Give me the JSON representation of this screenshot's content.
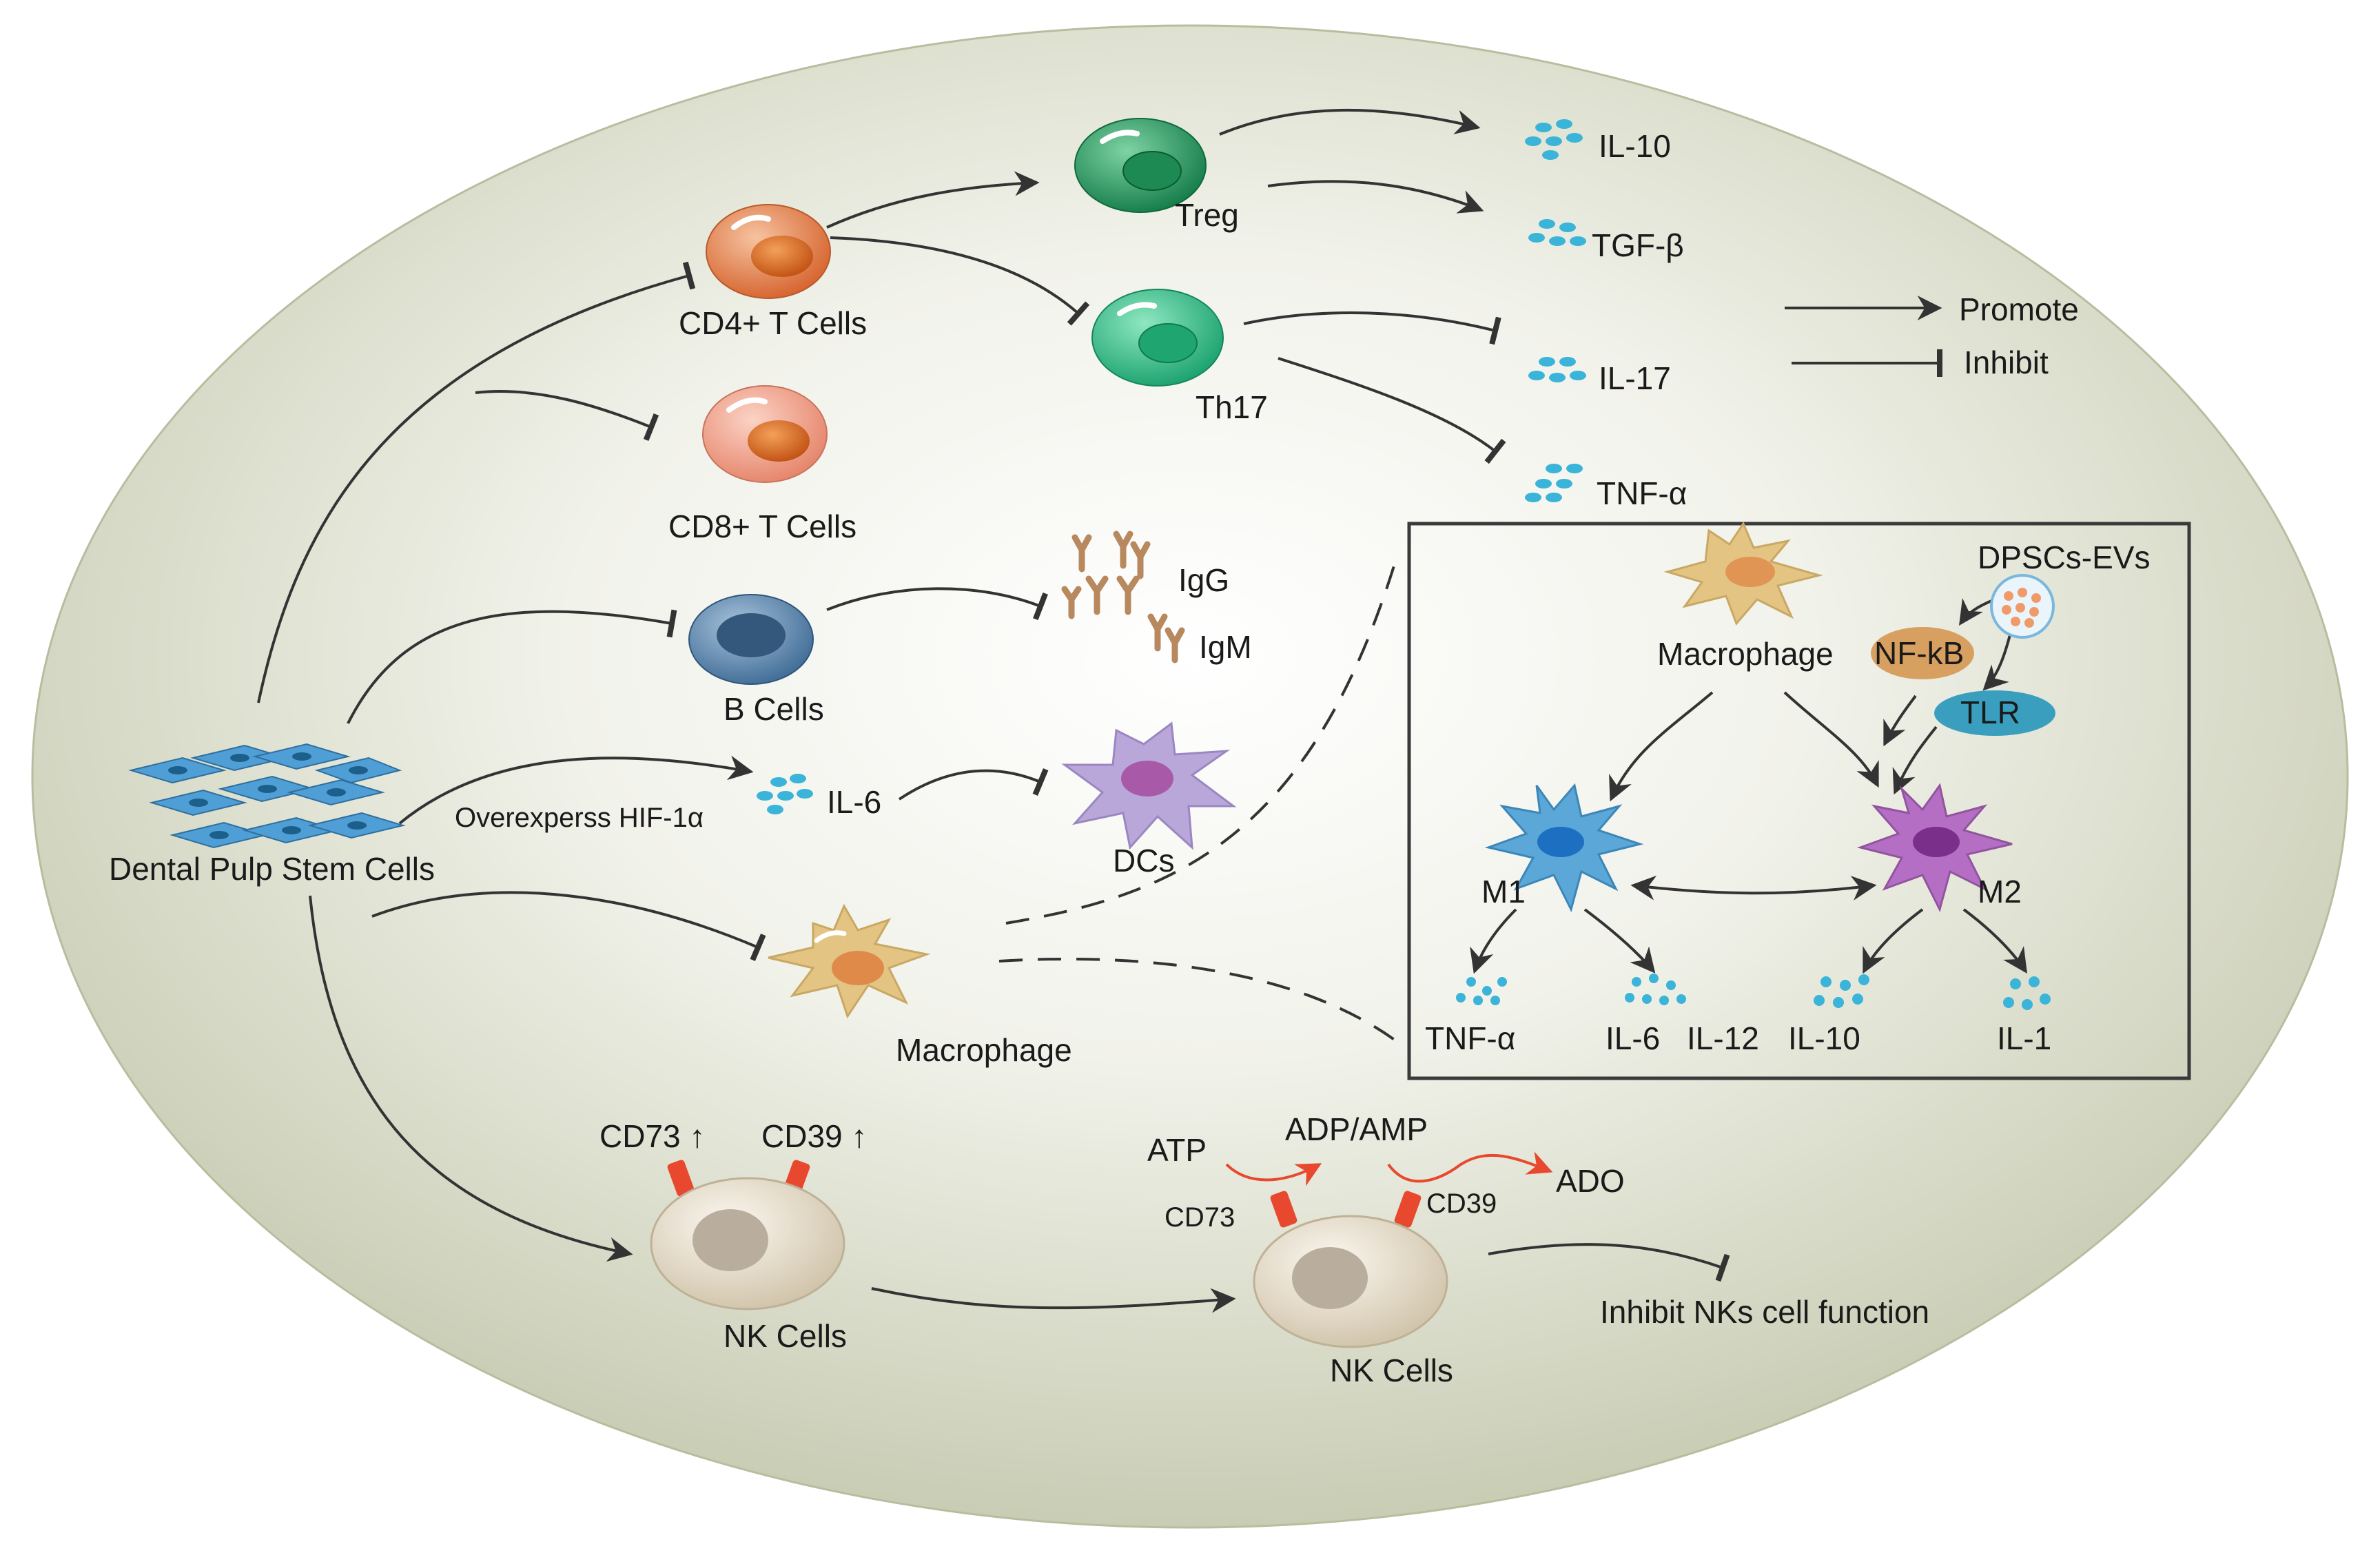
{
  "colors": {
    "background_center": "#ffffff",
    "background_edge": "#c6cab0",
    "arrow": "#333333",
    "red_arrow": "#e8492e",
    "cd4": "#e07a45",
    "cd8": "#ec9a82",
    "treg": "#1a9c5c",
    "th17": "#2fbf84",
    "bcell": "#4c7aa3",
    "dc": "#b9a7d9",
    "macrophage": "#e3c483",
    "m1": "#5aa7d8",
    "m2": "#b46fc4",
    "nk": "#e6dccb",
    "cytokine": "#3ab4d8",
    "antibody": "#b8885e",
    "nfkb": "#d8a060",
    "tlr": "#3a9fbf",
    "evs": "#f09a6a"
  },
  "labels": {
    "dpsc": "Dental Pulp Stem Cells",
    "cd4": "CD4+ T Cells",
    "cd8": "CD8+ T Cells",
    "bcells": "B Cells",
    "treg": "Treg",
    "th17": "Th17",
    "il10": "IL-10",
    "tgfb": "TGF-β",
    "il17": "IL-17",
    "tnfa": "TNF-α",
    "igg": "IgG",
    "igm": "IgM",
    "overexpress": "Overexperss HIF-1α",
    "il6": "IL-6",
    "dcs": "DCs",
    "macrophage": "Macrophage",
    "cd73_up": "CD73 ↑",
    "cd39_up": "CD39 ↑",
    "nk1": "NK Cells",
    "nk2": "NK Cells",
    "atp": "ATP",
    "adp_amp": "ADP/AMP",
    "ado": "ADO",
    "cd73": "CD73",
    "cd39": "CD39",
    "inhibit_nk": "Inhibit NKs cell function"
  },
  "legend": {
    "promote": "Promote",
    "inhibit": "Inhibit"
  },
  "inset": {
    "dpsc_evs": "DPSCs-EVs",
    "macrophage": "Macrophage",
    "nfkb": "NF-kB",
    "tlr": "TLR",
    "m1": "M1",
    "m2": "M2",
    "tnfa": "TNF-α",
    "il6": "IL-6",
    "il12": "IL-12",
    "il10": "IL-10",
    "il1": "IL-1"
  }
}
